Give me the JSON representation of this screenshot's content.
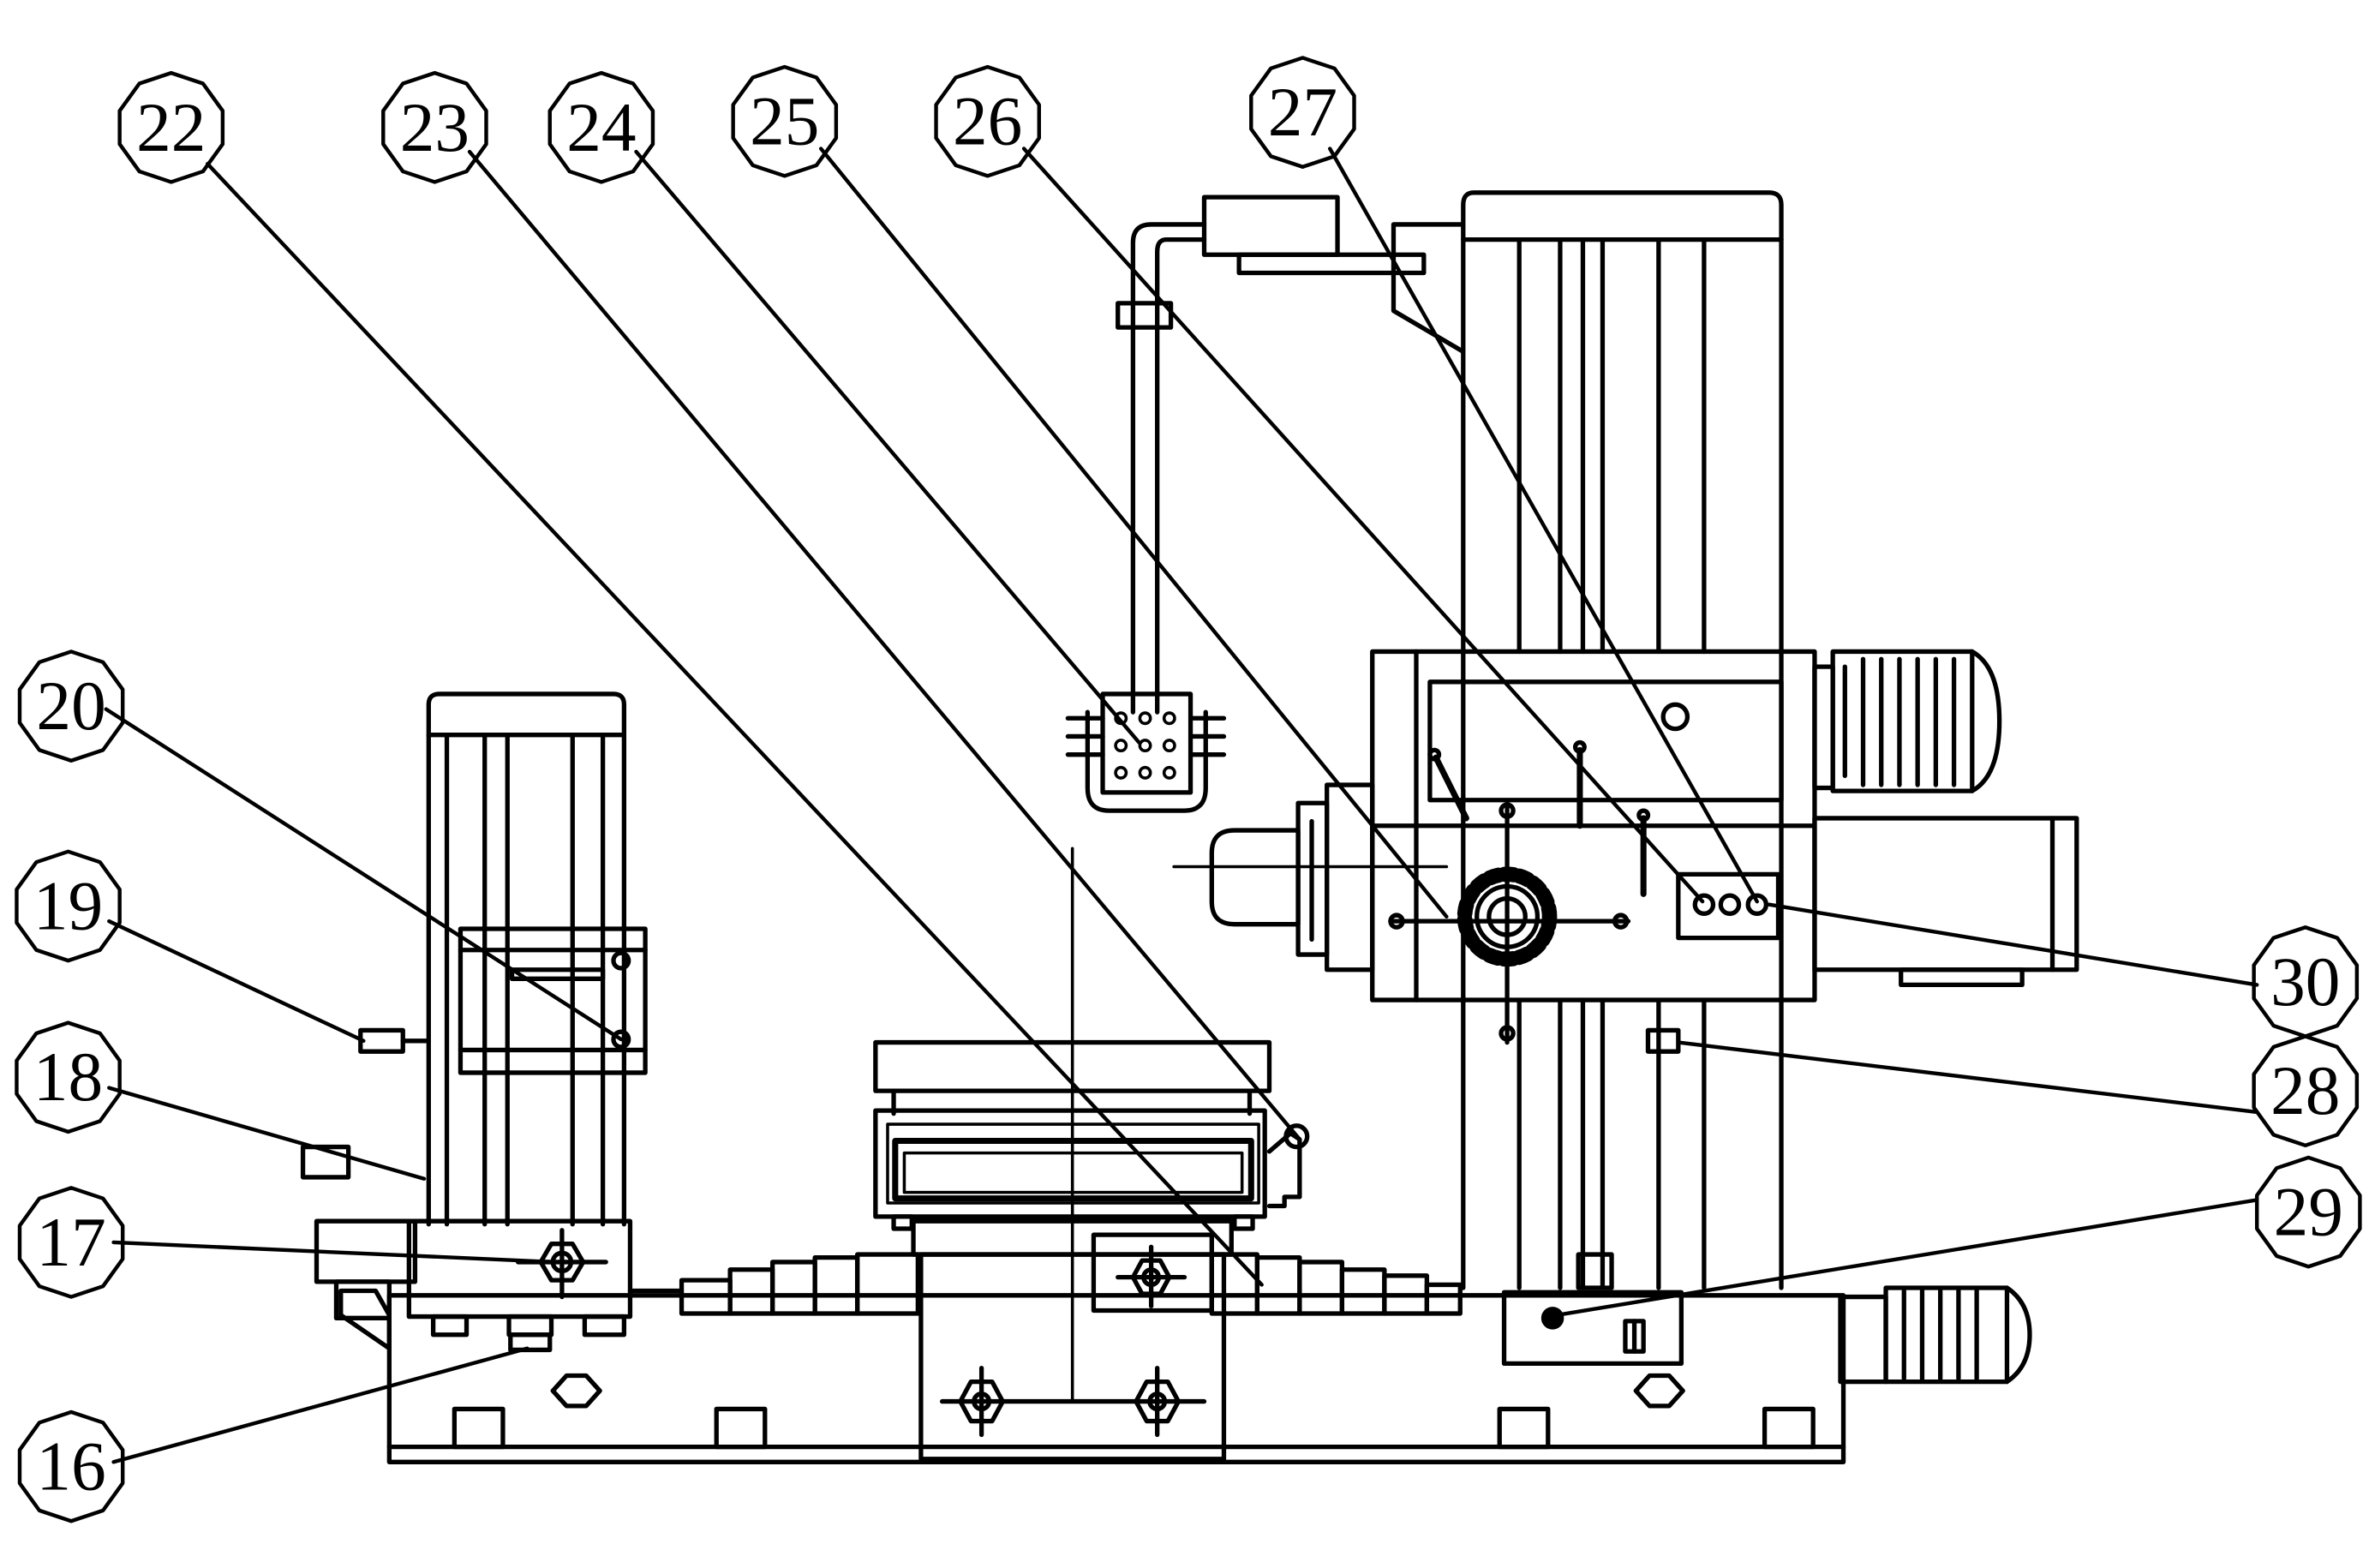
{
  "diagram": {
    "callouts": {
      "c16": "16",
      "c17": "17",
      "c18": "18",
      "c19": "19",
      "c20": "20",
      "c22": "22",
      "c23": "23",
      "c24": "24",
      "c25": "25",
      "c26": "26",
      "c27": "27",
      "c28": "28",
      "c29": "29",
      "c30": "30"
    },
    "colors": {
      "line": "#000000",
      "background": "#ffffff"
    }
  }
}
